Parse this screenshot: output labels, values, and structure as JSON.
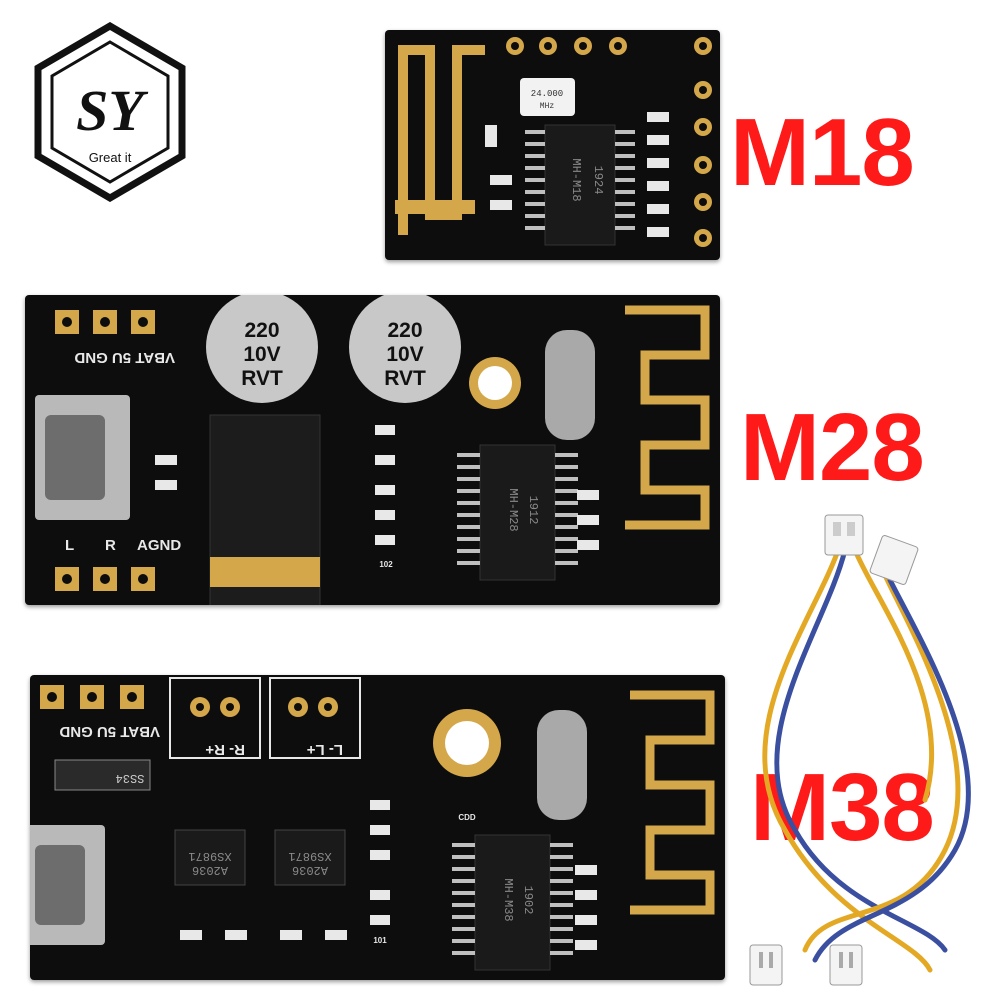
{
  "logo": {
    "letters": "SY",
    "tagline": "Great it"
  },
  "modules": [
    {
      "label": "M18",
      "chip_text": "MH-M18",
      "chip_date": "1924",
      "crystal_text": "24.000",
      "crystal_unit": "MHz"
    },
    {
      "label": "M28",
      "chip_text": "MH-M28",
      "chip_date": "1912",
      "cap_value": "220",
      "cap_voltage": "10V",
      "cap_brand": "RVT",
      "pins_top": "VBAT 5U GND",
      "pins_bottom": [
        "L",
        "R",
        "AGND"
      ],
      "resistor_code": "102"
    },
    {
      "label": "M38",
      "chip_text": "MH-M38",
      "chip_date": "1902",
      "amp_text": "XS9871",
      "amp_code": "A2036",
      "pins_top": "VBAT 5U GND",
      "r_pins": "R- R+",
      "l_pins": "L- L+",
      "diode_text": "SS34",
      "resistor_code": "CDD",
      "resistor_code2": "101"
    }
  ],
  "colors": {
    "label": "#ff1a1a",
    "pcb": "#0d0d0d",
    "gold": "#d4a84a"
  }
}
